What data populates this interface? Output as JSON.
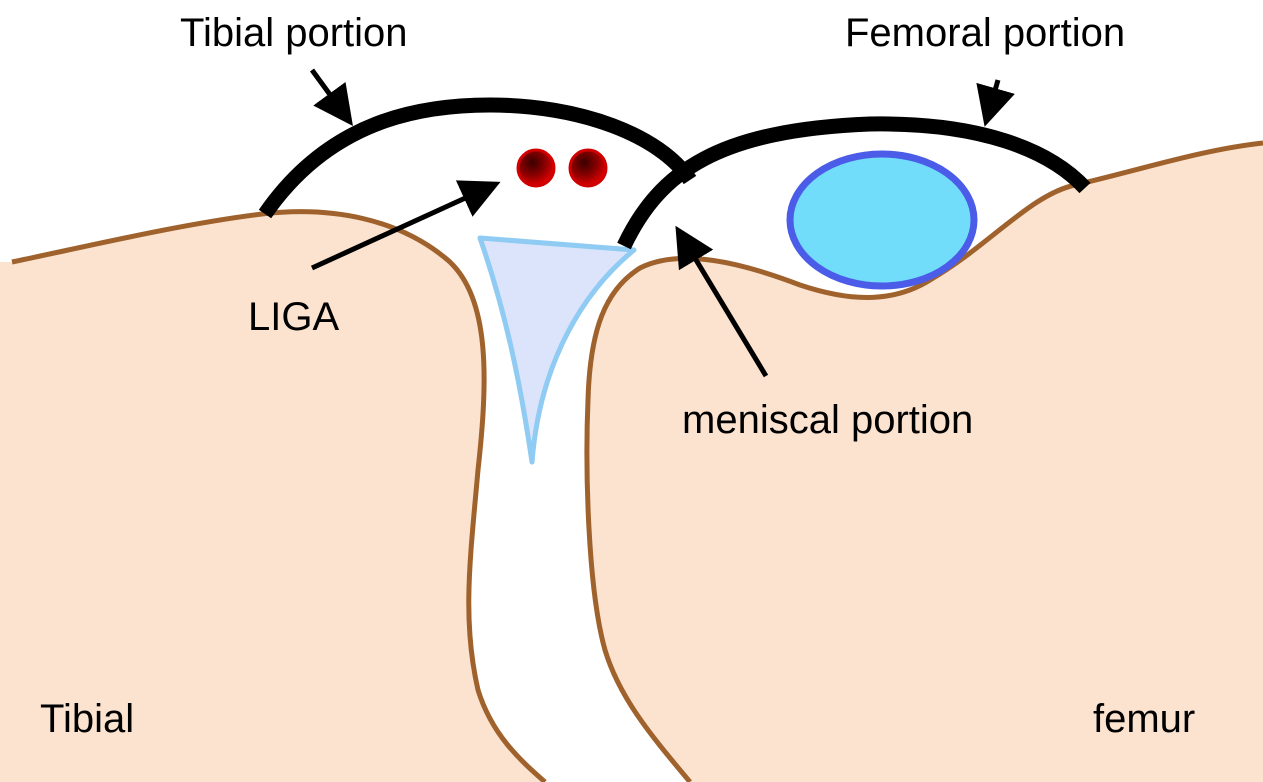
{
  "labels": {
    "tibial_portion": "Tibial portion",
    "femoral_portion": "Femoral portion",
    "liga": "LIGA",
    "meniscal_portion": "meniscal portion",
    "tibial": "Tibial",
    "femur": "femur"
  },
  "colors": {
    "bone_fill": "#FBE3D0",
    "bone_outline": "#A0622D",
    "capsule_stroke": "#000000",
    "meniscus_fill": "#DCE4FB",
    "meniscus_outline": "#8FCBF2",
    "ellipse_fill": "#72DDFB",
    "ellipse_outline": "#4A5CE8",
    "vessel_fill": "#C00000",
    "arrow": "#000000"
  }
}
